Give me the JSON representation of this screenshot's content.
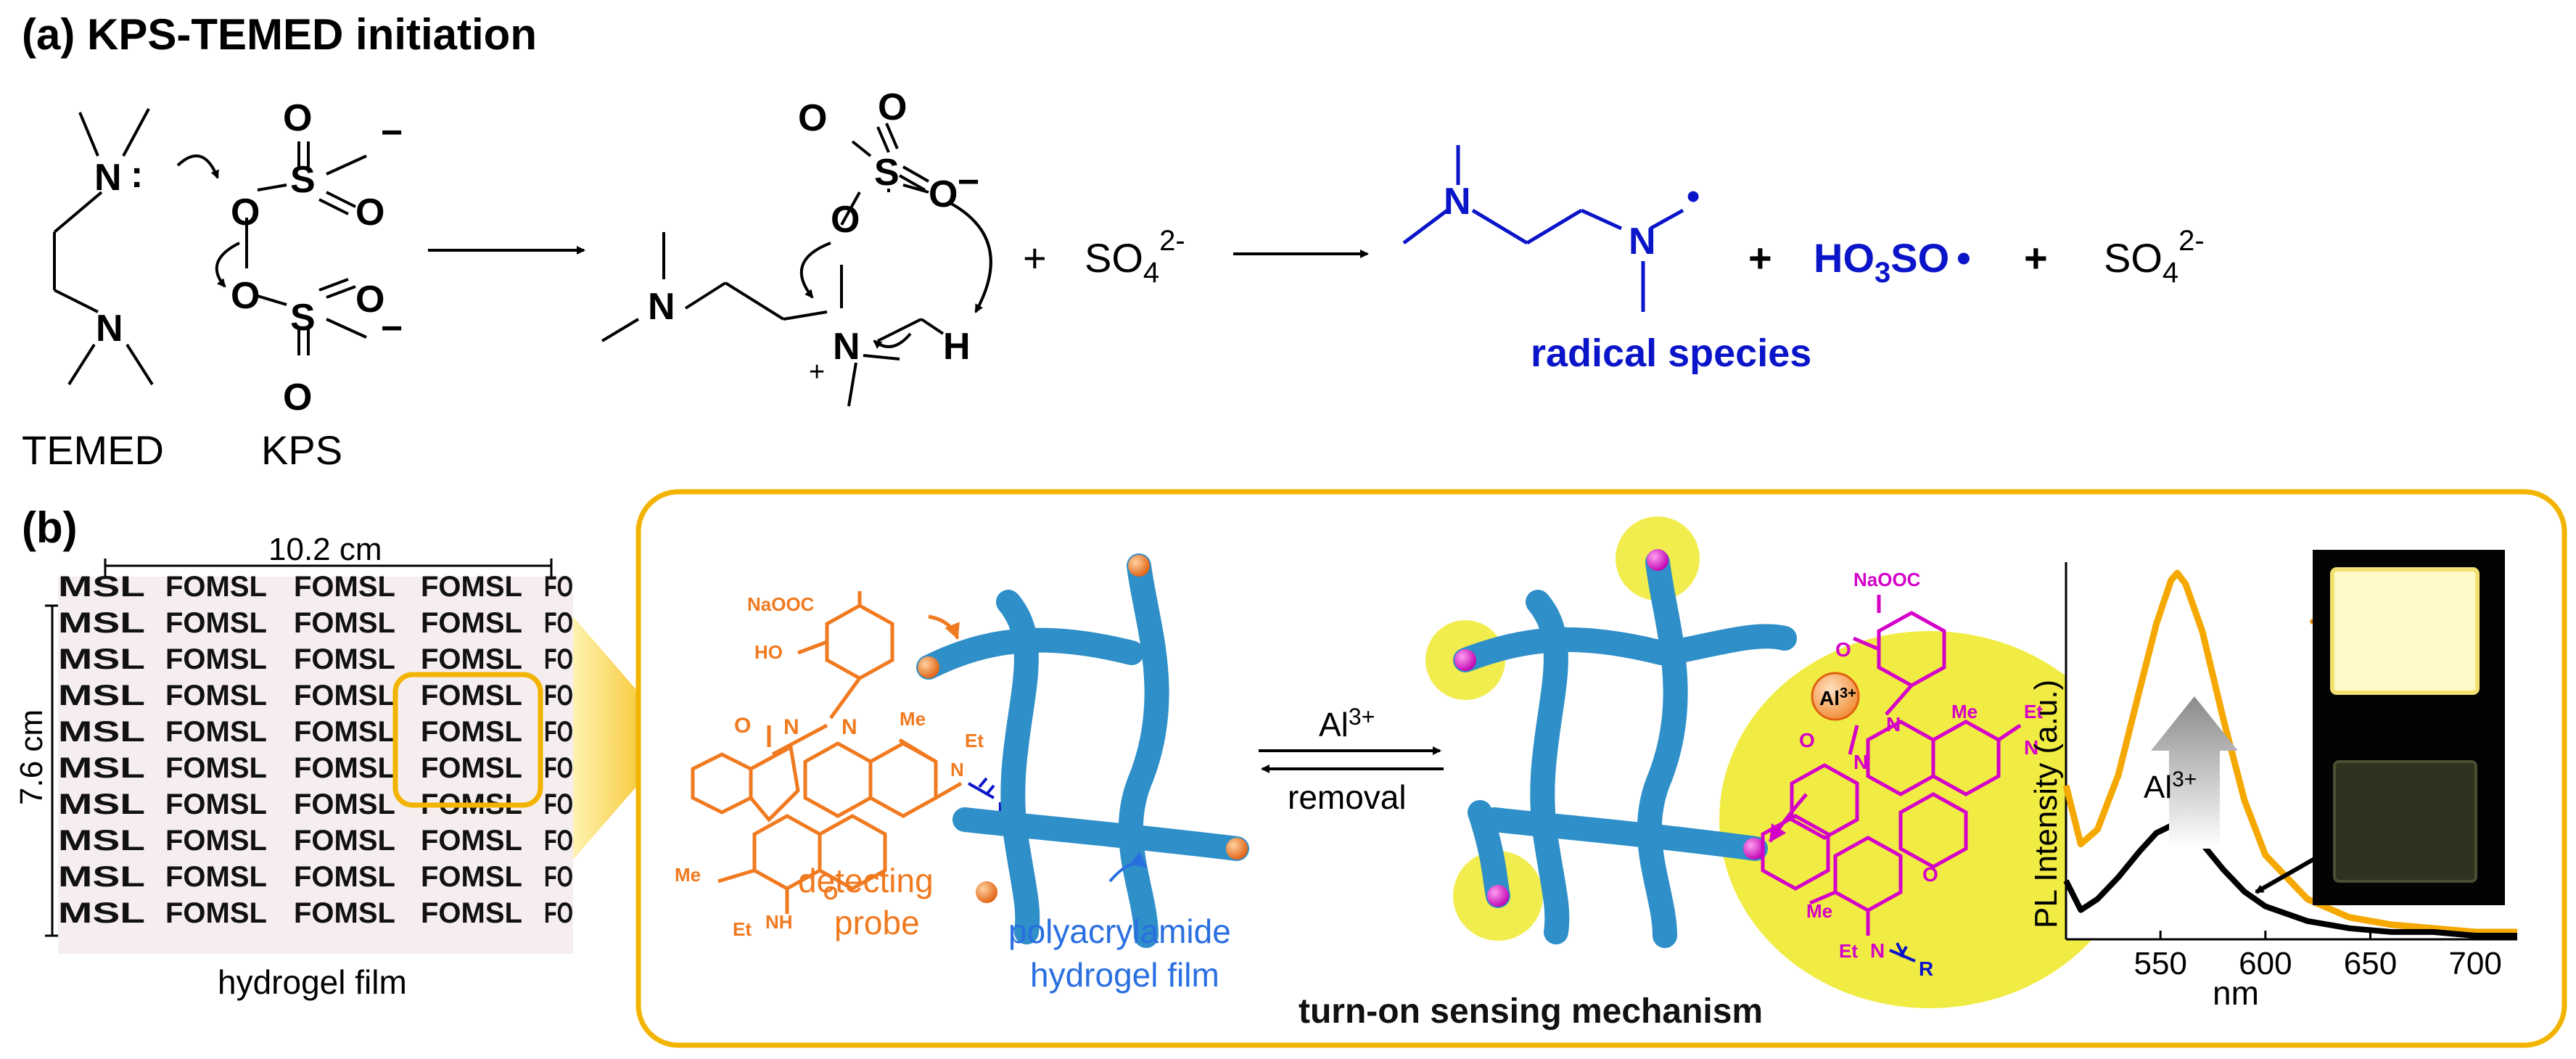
{
  "panel_a": {
    "title": "(a) KPS-TEMED initiation",
    "temed_label": "TEMED",
    "kps_label": "KPS",
    "plus": "+",
    "sulfate": "SO4",
    "sulfate_base": "SO",
    "sulfate_sub": "4",
    "sulfate_charge": "2-",
    "hydroxysulfate_radical": "HO3SO•",
    "hso_a": "HO",
    "hso_sub": "3",
    "hso_b": "SO",
    "radical_dot": "•",
    "radical_species": "radical species",
    "atoms": {
      "N": "N",
      "O": "O",
      "S": "S",
      "H": "H",
      "minus": "−",
      "colon": ":",
      "plus_charge": "+"
    }
  },
  "panel_b": {
    "label": "(b)",
    "width_label": "10.2 cm",
    "height_label": "7.6 cm",
    "film_word": "FOMSL",
    "film_caption": "hydrogel film",
    "probe_substituents": {
      "naooc": "NaOOC",
      "ho": "HO",
      "o": "O",
      "n": "N",
      "me": "Me",
      "et": "Et",
      "r": "R",
      "nh": "NH"
    },
    "detecting_probe_1": "detecting",
    "detecting_probe_2": "probe",
    "polyacrylamide_1": "polyacrylamide",
    "polyacrylamide_2": "hydrogel film",
    "al_ion": "Al3+",
    "al_base": "Al",
    "al_sup": "3+",
    "removal": "removal",
    "mechanism": "turn-on sensing mechanism"
  },
  "chart_data": {
    "type": "line",
    "xlabel": "nm",
    "ylabel": "PL Intensity (a.u.)",
    "xlim": [
      505,
      720
    ],
    "x_ticks": [
      550,
      600,
      650,
      700
    ],
    "annotation": "Al3+",
    "series": [
      {
        "color": "#f5a800",
        "x": [
          505,
          512,
          520,
          530,
          540,
          548,
          555,
          558,
          562,
          570,
          580,
          590,
          600,
          620,
          640,
          660,
          680,
          700,
          720
        ],
        "y": [
          0.42,
          0.26,
          0.3,
          0.45,
          0.68,
          0.86,
          0.98,
          1.0,
          0.97,
          0.84,
          0.6,
          0.38,
          0.23,
          0.11,
          0.06,
          0.04,
          0.03,
          0.02,
          0.02
        ]
      },
      {
        "color": "#000000",
        "x": [
          505,
          512,
          520,
          530,
          540,
          548,
          555,
          558,
          562,
          570,
          580,
          590,
          600,
          620,
          640,
          660,
          680,
          700,
          720
        ],
        "y": [
          0.16,
          0.08,
          0.11,
          0.17,
          0.24,
          0.29,
          0.31,
          0.31,
          0.3,
          0.26,
          0.19,
          0.13,
          0.09,
          0.05,
          0.03,
          0.02,
          0.02,
          0.01,
          0.01
        ]
      }
    ]
  },
  "colors": {
    "orange": "#f07a20",
    "blue": "#0a14c8",
    "magenta": "#d400c8",
    "fiber": "#2f8fc8",
    "yellow": "#f0ea30",
    "gold": "#f2b400"
  }
}
